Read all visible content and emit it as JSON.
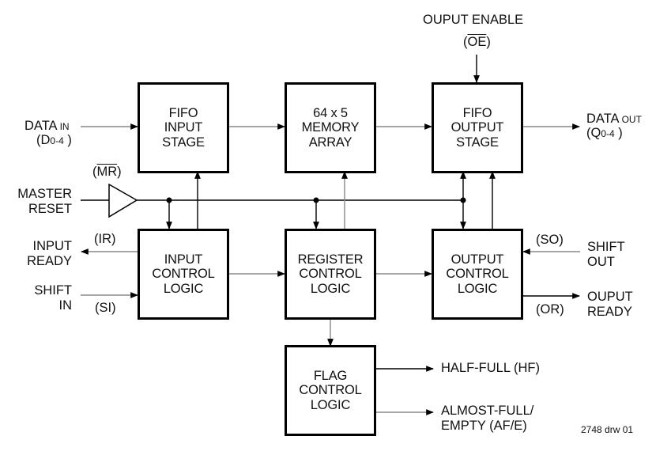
{
  "diagram": {
    "blocks": {
      "fifo_input_stage": [
        "FIFO",
        "INPUT",
        "STAGE"
      ],
      "memory_array": [
        "64 x 5",
        "MEMORY",
        "ARRAY"
      ],
      "fifo_output_stage": [
        "FIFO",
        "OUTPUT",
        "STAGE"
      ],
      "input_control_logic": [
        "INPUT",
        "CONTROL",
        "LOGIC"
      ],
      "register_control_logic": [
        "REGISTER",
        "CONTROL",
        "LOGIC"
      ],
      "output_control_logic": [
        "OUTPUT",
        "CONTROL",
        "LOGIC"
      ],
      "flag_control_logic": [
        "FLAG",
        "CONTROL",
        "LOGIC"
      ]
    },
    "signals": {
      "output_enable": {
        "name": "OUPUT ENABLE",
        "open": "(",
        "symbol": "OE",
        "close": ")"
      },
      "data_in": {
        "name": "DATA",
        "sub": "IN",
        "open": "(D",
        "range": "0-4",
        "close": " )"
      },
      "data_out": {
        "name": "DATA",
        "sub": "OUT",
        "open": "(Q",
        "range": "0-4",
        "close": " )"
      },
      "master_reset": {
        "line1": "MASTER",
        "line2": "RESET",
        "open": "(",
        "symbol": "MR",
        "close": ")"
      },
      "input_ready": {
        "line1": "INPUT",
        "line2": "READY",
        "abbr": "(IR)"
      },
      "shift_in": {
        "line1": "SHIFT",
        "line2": "IN",
        "abbr": "(SI)"
      },
      "shift_out": {
        "line1": "SHIFT",
        "line2": "OUT",
        "abbr": "(SO)"
      },
      "output_ready": {
        "line1": "OUPUT",
        "line2": "READY",
        "abbr": "(OR)"
      },
      "half_full": {
        "line1": "HALF-FULL (HF)"
      },
      "almost_full_empty": {
        "line1": "ALMOST-FULL/",
        "line2": "EMPTY (AF/E)"
      }
    },
    "drawing_id": "2748 drw 01"
  }
}
